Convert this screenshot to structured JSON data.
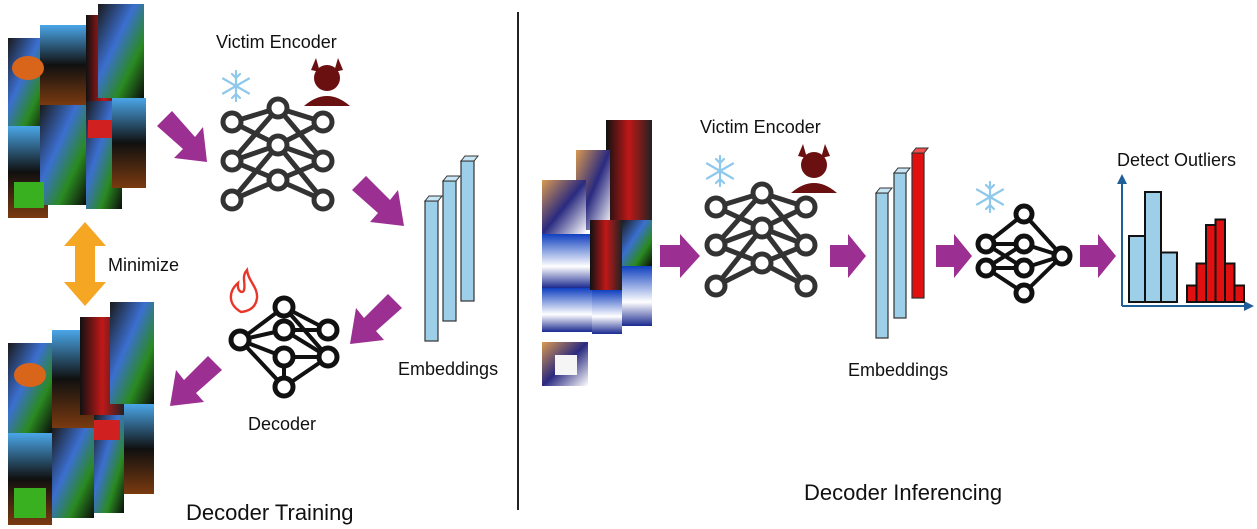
{
  "training": {
    "encoder_title": "Victim Encoder",
    "minimize_label": "Minimize",
    "decoder_label": "Decoder",
    "embeddings_label": "Embeddings",
    "section_title": "Decoder Training"
  },
  "inferencing": {
    "encoder_title": "Victim Encoder",
    "embeddings_label": "Embeddings",
    "outliers_title": "Detect Outliers",
    "section_title": "Decoder Inferencing"
  },
  "colors": {
    "arrow": "#9b2f92",
    "embedding": "#9dcfe8",
    "outlier": "#e01010",
    "minimize_arrow": "#f5a623",
    "devil": "#6b1010",
    "snowflake": "#8ec8ea",
    "flame": "#e8362a"
  },
  "histogram": {
    "normal_values": [
      0.6,
      1.0,
      0.45
    ],
    "outlier_values": [
      0.15,
      0.35,
      0.7,
      0.75,
      0.35,
      0.15
    ]
  }
}
